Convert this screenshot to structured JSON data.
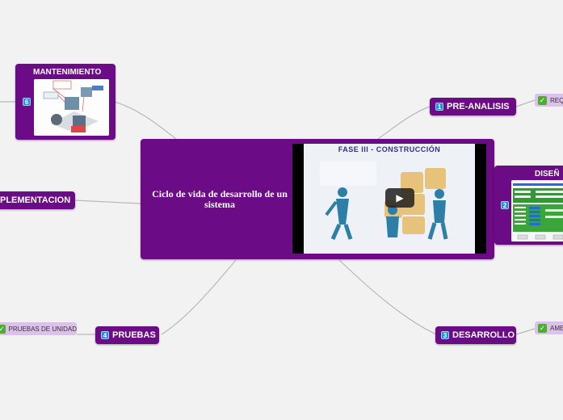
{
  "central": {
    "title": "Ciclo de vida de desarrollo de un sistema",
    "video_title": "FASE III - CONSTRUCCIÓN"
  },
  "nodes": {
    "mantenimiento": {
      "num": "6",
      "label": "MANTENIMIENTO"
    },
    "pre_analisis": {
      "num": "1",
      "label": "PRE-ANALISIS"
    },
    "diseno": {
      "num": "2",
      "label": "DISEÑ"
    },
    "implementacion": {
      "label": "PLEMENTACION"
    },
    "pruebas": {
      "num": "4",
      "label": "PRUEBAS"
    },
    "desarrollo": {
      "num": "3",
      "label": "DESARROLLO"
    }
  },
  "tags": {
    "req": "REQ",
    "pruebas_unidad": "PRUEBAS DE UNIDAD",
    "ame": "AME"
  },
  "icons": {
    "check": "check-icon",
    "play": "play-icon"
  },
  "colors": {
    "node": "#6c0b86",
    "tag": "#dcc1ea",
    "number_badge": "#1e8fe6",
    "check": "#4caf2a",
    "background": "#f2f2f2"
  }
}
